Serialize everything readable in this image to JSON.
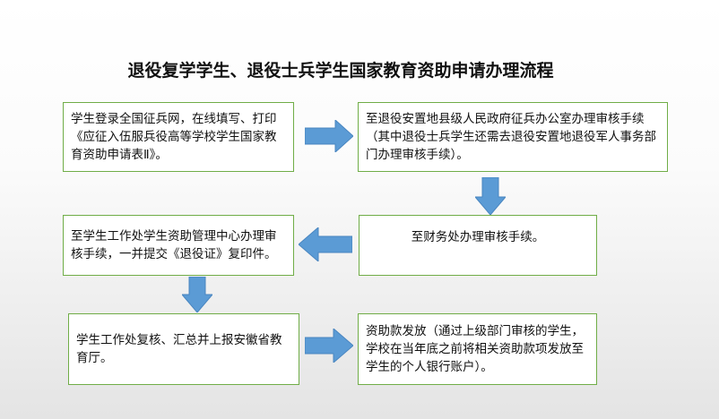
{
  "title": "退役复学学生、退役士兵学生国家教育资助申请办理流程",
  "steps": [
    "学生登录全国征兵网，在线填写、打印《应征入伍服兵役高等学校学生国家教育资助申请表Ⅱ》。",
    "至退役安置地县级人民政府征兵办公室办理审核手续（其中退役士兵学生还需去退役安置地退役军人事务部门办理审核手续）。",
    "至财务处办理审核手续。",
    "至学生工作处学生资助管理中心办理审核手续，一并提交《退役证》复印件。",
    "学生工作处复核、汇总并上报安徽省教育厅。",
    "资助款发放（通过上级部门审核的学生，学校在当年底之前将相关资助款项发放至学生的个人银行账户）。"
  ],
  "colors": {
    "box_border": "#70ad47",
    "arrow": "#5b9bd5"
  }
}
